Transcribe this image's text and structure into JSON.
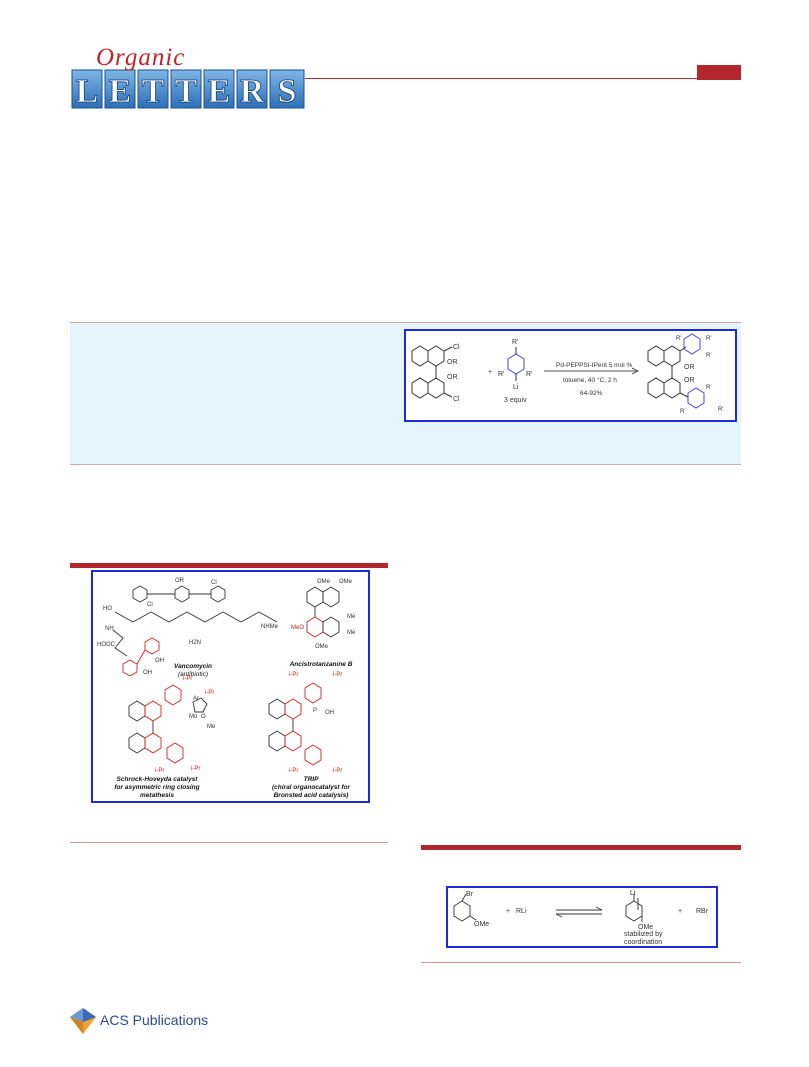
{
  "header": {
    "journal_script": "Organic",
    "journal_letters": [
      "L",
      "E",
      "T",
      "T",
      "E",
      "R",
      "S"
    ]
  },
  "abstract_graphic": {
    "reagent_labels": [
      "R'",
      "R'",
      "R'"
    ],
    "li": "Li",
    "equiv": "3 equiv",
    "plus": "+",
    "catalyst": "Pd-PEPPSI-IPent 5 mol %",
    "conditions": "toluene, 40 °C, 2 h",
    "yield": "64-92%",
    "sm_labels": [
      "Cl",
      "OR",
      "OR",
      "Cl"
    ],
    "product_labels": [
      "OR",
      "OR",
      "R'",
      "R'",
      "R'",
      "R'",
      "R'",
      "R'"
    ]
  },
  "figure1": {
    "vancomycin_name": "Vancomycin",
    "vancomycin_note": "(antibiotic)",
    "ancistro_name": "Ancistrotanzanine B",
    "schrock_name": "Schrock-Hoveyda catalyst",
    "schrock_note1": "for asymmetric ring closing",
    "schrock_note2": "metathesis",
    "trip_name": "TRIP",
    "trip_note1": "(chiral organocatalyst for",
    "trip_note2": "Bronsted acid catalysis)",
    "labels": {
      "or": "OR",
      "cl": "Cl",
      "ho": "HO",
      "nh": "NH",
      "hooc": "HOOC",
      "oh": "OH",
      "h2n": "H2N",
      "nhme": "NHMe",
      "ome": "OMe",
      "meo": "MeO",
      "me": "Me",
      "ipr": "i-Pr",
      "ar": "Ar",
      "mo": "Mo",
      "p": "P",
      "o": "O",
      "n": "N",
      "h": "H"
    }
  },
  "scheme": {
    "br": "Br",
    "ome": "OMe",
    "plus": "+",
    "rli": "RLi",
    "li": "Li",
    "rbr": "RBr",
    "note1": "stabilized by",
    "note2": "coordination"
  },
  "footer": {
    "publisher": "ACS Publications"
  },
  "colors": {
    "brand_red": "#b3262b",
    "highlight_blue": "#1d2ad6",
    "abstract_bg": "#e6f4fb"
  }
}
